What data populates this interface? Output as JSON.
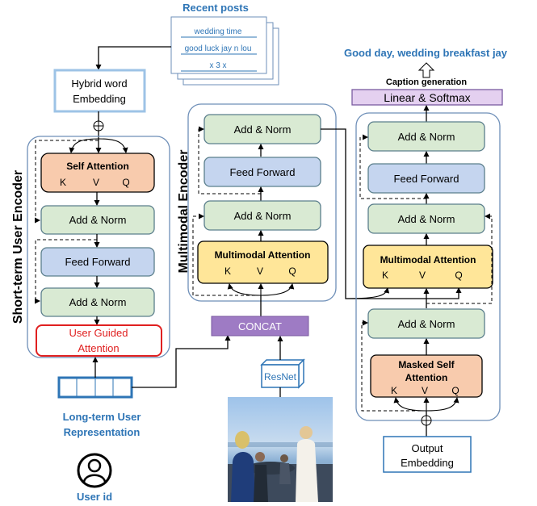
{
  "posts": {
    "title": "Recent posts",
    "items": [
      "wedding time",
      "good luck jay n lou",
      "x 3 x"
    ]
  },
  "caption_output": "Good day, wedding breakfast jay",
  "caption_generation_label": "Caption generation",
  "hybrid_embedding": [
    "Hybrid word",
    "Embedding"
  ],
  "short_term": {
    "title": "Short-term User Encoder",
    "self_attention": "Self Attention",
    "add_norm": "Add & Norm",
    "feed_forward": "Feed Forward",
    "user_guided": [
      "User Guided",
      "Attention"
    ]
  },
  "multimodal_encoder": {
    "title": "Multimodal Encoder",
    "add_norm": "Add & Norm",
    "feed_forward": "Feed Forward",
    "multimodal_attention": "Multimodal Attention"
  },
  "decoder": {
    "linear_softmax": "Linear & Softmax",
    "add_norm": "Add & Norm",
    "feed_forward": "Feed Forward",
    "multimodal_attention": "Multimodal Attention",
    "masked_self_attention": [
      "Masked Self",
      "Attention"
    ],
    "output_embedding": [
      "Output",
      "Embedding"
    ]
  },
  "kvq": [
    "K",
    "V",
    "Q"
  ],
  "concat": "CONCAT",
  "resnet": "ResNet",
  "long_term": [
    "Long-term User",
    "Representation"
  ],
  "user_id": "User id",
  "colors": {
    "blue_text": "#2E75B6",
    "green_fill": "#D9EAD3",
    "blue_fill": "#C5D5EF",
    "orange_fill": "#F8CBAD",
    "yellow_fill": "#FFE699",
    "purple_fill": "#E4D0F0",
    "concat_fill": "#9E7BC4",
    "red_border": "#E02020",
    "container_border": "#6E8FB8"
  }
}
